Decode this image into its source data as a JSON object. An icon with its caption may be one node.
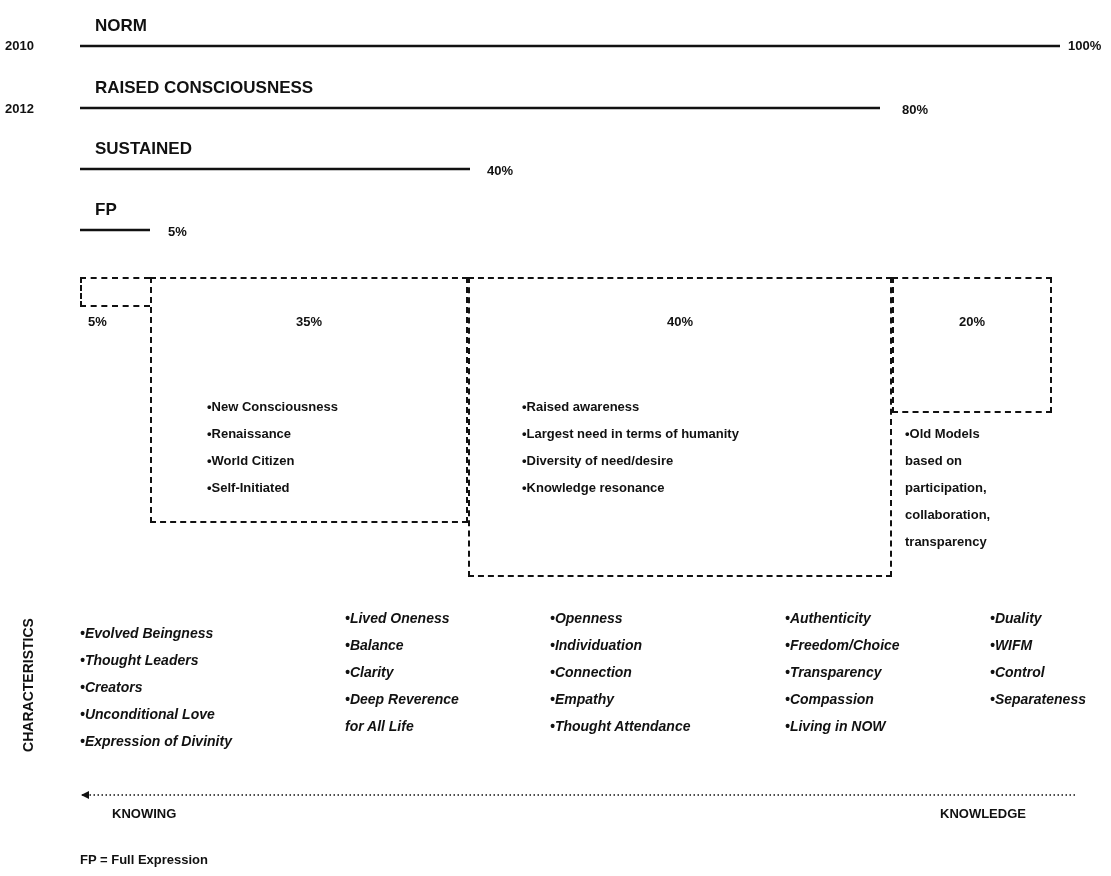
{
  "diagram": {
    "nodes": [
      {
        "text": [],
        "shape": "box",
        "beside": [
          "5%"
        ]
      },
      {
        "text": [
          "35%",
          "•New Consciousness",
          "•Renaissance",
          "•World Citizen",
          "•Self-Initiated"
        ]
      },
      {
        "text": [
          "40%",
          "•Raised awareness",
          "•Largest need in terms of humanity",
          "•Diversity of need/desire",
          "•Knowledge resonance"
        ]
      },
      {
        "text": [
          "20%"
        ],
        "beside": [
          "•Old Models based on participation, collaboration, transparency"
        ]
      }
    ],
    "edges": [],
    "labels": [
      "2010",
      "NORM",
      "100%",
      "2012",
      "RAISED CONSCIOUSNESS",
      "80%",
      "SUSTAINED",
      "40%",
      "FP",
      "5%",
      "CHARACTERISTICS",
      "•Evolved Beingness",
      "•Thought Leaders",
      "•Creators",
      "•Unconditional Love",
      "•Expression of Divinity",
      "•Lived Oneness",
      "•Balance",
      "•Clarity",
      "•Deep Reverence for All Life",
      "•Openness",
      "•Individuation",
      "•Connection",
      "•Empathy",
      "•Thought Attendance",
      "•Authenticity",
      "•Freedom/Choice",
      "•Transparency",
      "•Compassion",
      "•Living in NOW",
      "•Duality",
      "•WIFM",
      "•Control",
      "•Separateness",
      "KNOWING",
      "KNOWLEDGE",
      "FP = Full Expression"
    ]
  }
}
